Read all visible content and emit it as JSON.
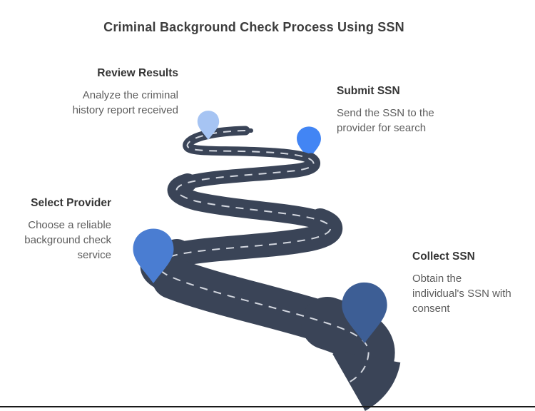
{
  "title": "Criminal Background Check Process Using SSN",
  "colors": {
    "road": "#3a4457",
    "dash": "#e4e8ee",
    "bottom_line": "#1a1a1a"
  },
  "steps": [
    {
      "id": "review-results",
      "label": "Review Results",
      "description": "Analyze the criminal history report received",
      "pin_color": "#a6c4f3"
    },
    {
      "id": "submit-ssn",
      "label": "Submit SSN",
      "description": "Send the SSN to the provider for search",
      "pin_color": "#4285f4"
    },
    {
      "id": "select-provider",
      "label": "Select Provider",
      "description": "Choose a reliable background check service",
      "pin_color": "#4a7dd2"
    },
    {
      "id": "collect-ssn",
      "label": "Collect SSN",
      "description": "Obtain the individual's SSN with consent",
      "pin_color": "#3d5e95"
    }
  ]
}
